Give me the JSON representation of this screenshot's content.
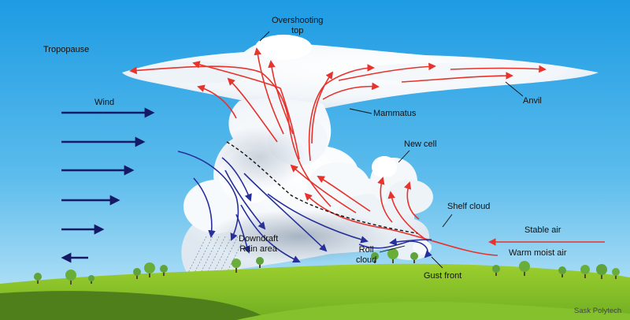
{
  "labels": {
    "overshooting_top": "Overshooting\ntop",
    "tropopause": "Tropopause",
    "wind": "Wind",
    "anvil": "Anvil",
    "mammatus": "Mammatus",
    "new_cell": "New cell",
    "shelf_cloud": "Shelf cloud",
    "stable_air": "Stable air",
    "warm_moist_air": "Warm moist air",
    "downdraft_rain_area": "Downdraft\nRain area",
    "roll_cloud": "Roll\ncloud",
    "gust_front": "Gust front",
    "credit": "Sask Polytech"
  },
  "colors": {
    "sky_top": "#1d9be3",
    "sky_bottom": "#b9e3f6",
    "updraft_arrow": "#e8322c",
    "downdraft_arrow": "#27309a",
    "wind_arrow": "#141a66",
    "grass": "#7cc024",
    "grass_dark": "#4f7f1a"
  }
}
